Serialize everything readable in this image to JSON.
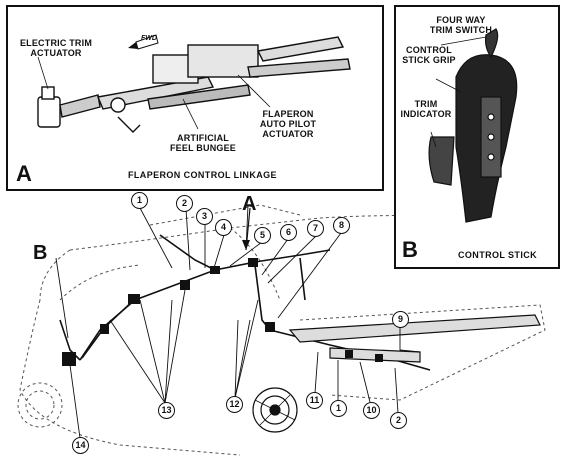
{
  "panel_a": {
    "letter": "A",
    "caption": "FLAPERON CONTROL LINKAGE",
    "label_actuator": "ELECTRIC TRIM\nACTUATOR",
    "label_fwd": "FWD",
    "label_bungee": "ARTIFICIAL\nFEEL BUNGEE",
    "label_autopilot": "FLAPERON\nAUTO PILOT\nACTUATOR"
  },
  "panel_b": {
    "letter": "B",
    "caption": "CONTROL STICK",
    "label_switch": "FOUR WAY\nTRIM SWITCH",
    "label_grip": "CONTROL\nSTICK GRIP",
    "label_indicator": "TRIM\nINDICATOR"
  },
  "main": {
    "ref_a": "A",
    "ref_b": "B",
    "callouts": [
      "1",
      "2",
      "3",
      "4",
      "5",
      "6",
      "7",
      "8",
      "9",
      "13",
      "12",
      "14",
      "11",
      "1",
      "10",
      "2"
    ]
  }
}
